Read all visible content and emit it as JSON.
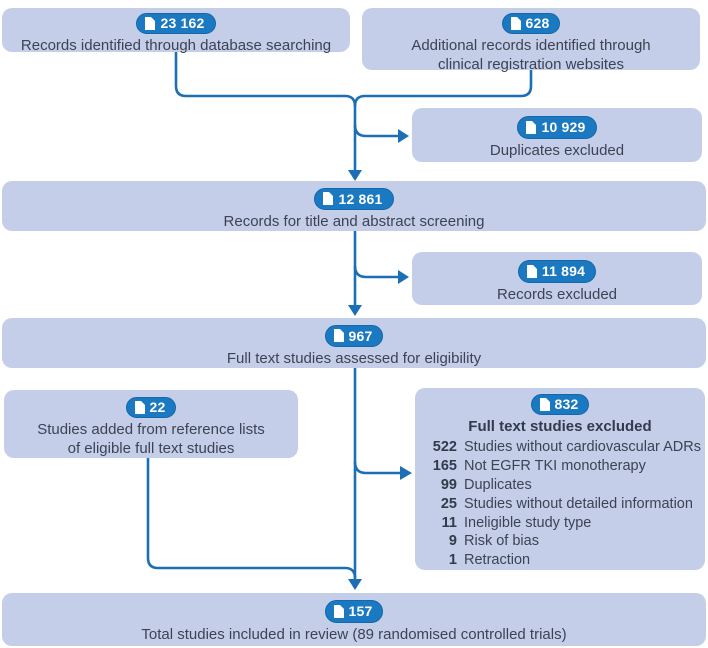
{
  "colors": {
    "box_bg": "#c5cee9",
    "badge_bg": "#1a79c1",
    "badge_border": "#1467a9",
    "line": "#1c6fb4",
    "text": "#3d4354",
    "strong_text": "#333a4b"
  },
  "boxes": {
    "db_search": {
      "count": "23 162",
      "label": "Records identified through database searching"
    },
    "registry": {
      "count": "628",
      "label": "Additional records identified through clinical registration websites"
    },
    "duplicates": {
      "count": "10 929",
      "label": "Duplicates excluded"
    },
    "title_abstract": {
      "count": "12 861",
      "label": "Records for title and abstract screening"
    },
    "records_excluded": {
      "count": "11 894",
      "label": "Records excluded"
    },
    "full_text": {
      "count": "967",
      "label": "Full text studies assessed for eligibility"
    },
    "reference_lists": {
      "count": "22",
      "label": "Studies added from reference lists of eligible full text studies"
    },
    "excluded_full_text": {
      "count": "832",
      "title": "Full text studies excluded",
      "reasons": [
        {
          "n": "522",
          "label": "Studies without cardiovascular ADRs"
        },
        {
          "n": "165",
          "label": "Not EGFR TKI monotherapy"
        },
        {
          "n": "99",
          "label": "Duplicates"
        },
        {
          "n": "25",
          "label": "Studies without detailed information"
        },
        {
          "n": "11",
          "label": "Ineligible study type"
        },
        {
          "n": "9",
          "label": "Risk of bias"
        },
        {
          "n": "1",
          "label": "Retraction"
        }
      ]
    },
    "included": {
      "count": "157",
      "label": "Total studies included in review (89 randomised controlled trials)"
    }
  }
}
